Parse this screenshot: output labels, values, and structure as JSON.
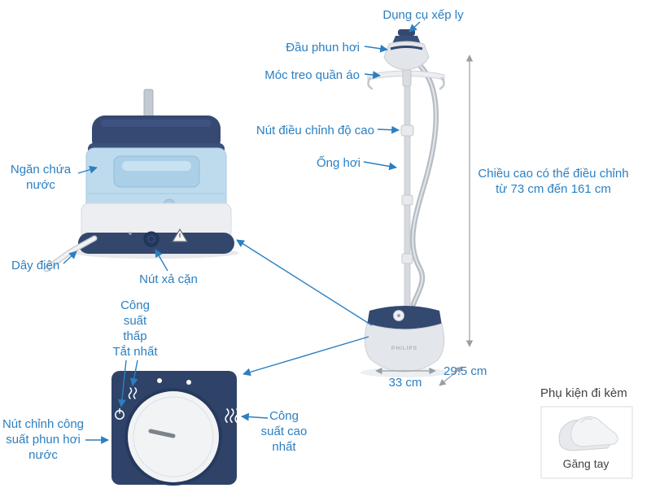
{
  "colors": {
    "label_blue": "#2b7fc1",
    "dimension_gray": "#989ea6",
    "device_navy": "#33476d",
    "device_lightblue": "#bedbee",
    "device_gray": "#e3e6ea"
  },
  "annotations": {
    "pleat_tool": "Dụng cụ xếp ly",
    "steam_head": "Đầu phun hơi",
    "hanger": "Móc treo quần áo",
    "height_button": "Nút điều chỉnh độ cao",
    "hose": "Ống hơi",
    "height_line1": "Chiều cao có thể điều chỉnh",
    "height_line2": "từ 73 cm đến 161 cm",
    "water_tank": "Ngăn chứa nước",
    "power_cord": "Dây điện",
    "drain_button": "Nút xả cặn",
    "low_power": "Công suất thấp",
    "off_label": "Tắt nhất",
    "knob_label": "Nút chỉnh công suất phun hơi nước",
    "max_power": "Công suất cao nhất",
    "width_dim": "33 cm",
    "depth_dim": "29.5 cm"
  },
  "accessories": {
    "title": "Phụ kiện đi kèm",
    "item": "Găng tay"
  },
  "steamer": {
    "brand": "PHILIPS"
  }
}
